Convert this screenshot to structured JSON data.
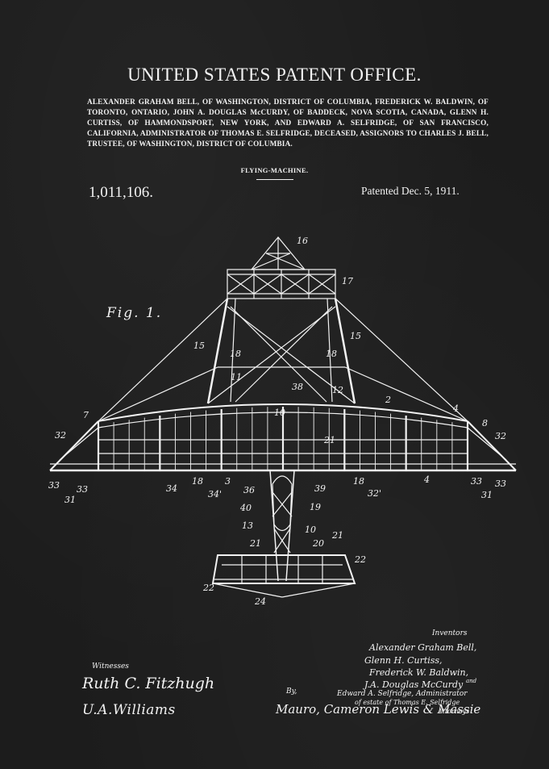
{
  "header": {
    "office_title": "UNITED STATES PATENT OFFICE.",
    "body_text": "ALEXANDER GRAHAM BELL, OF WASHINGTON, DISTRICT OF COLUMBIA, FREDERICK W. BALDWIN, OF TORONTO, ONTARIO, JOHN A. DOUGLAS McCURDY, OF BADDECK, NOVA SCOTIA, CANADA, GLENN H. CURTISS, OF HAMMONDSPORT, NEW YORK, AND EDWARD A. SELFRIDGE, OF SAN FRANCISCO, CALIFORNIA, ADMINISTRATOR OF THOMAS E. SELFRIDGE, DECEASED, ASSIGNORS TO CHARLES J. BELL, TRUSTEE, OF WASHINGTON, DISTRICT OF COLUMBIA.",
    "invention_title": "FLYING-MACHINE.",
    "patent_number": "1,011,106.",
    "patent_date": "Patented Dec. 5, 1911."
  },
  "figure": {
    "label": "Fig. 1.",
    "reference_numerals": [
      "16",
      "17",
      "15",
      "15",
      "18",
      "18",
      "11",
      "38",
      "12",
      "2",
      "4",
      "7",
      "8",
      "32",
      "32",
      "10",
      "21",
      "33",
      "33",
      "31",
      "34",
      "18",
      "3",
      "34'",
      "36",
      "39",
      "18",
      "32'",
      "4",
      "33",
      "33",
      "31",
      "40",
      "19",
      "13",
      "10",
      "21",
      "21",
      "20",
      "22",
      "22",
      "24"
    ]
  },
  "signatures": {
    "witnesses_label": "Witnesses",
    "witness_1": "Ruth C. Fitzhugh",
    "witness_2": "U.A.Williams",
    "inventors_label": "Inventors",
    "inventors": [
      "Alexander Graham Bell,",
      "Glenn H. Curtiss,",
      "Frederick W. Baldwin,",
      "J.A. Douglas McCurdy"
    ],
    "and_label": "and",
    "admin_line": "Edward A. Selfridge, Administrator",
    "admin_line_2": "of estate of Thomas E. Selfridge",
    "by_label": "By,",
    "attorneys": "Mauro, Cameron Lewis & Massie",
    "attorneys_label": "Attorneys"
  },
  "colors": {
    "background": "#1c1c1c",
    "ink": "#f2f2f2"
  }
}
